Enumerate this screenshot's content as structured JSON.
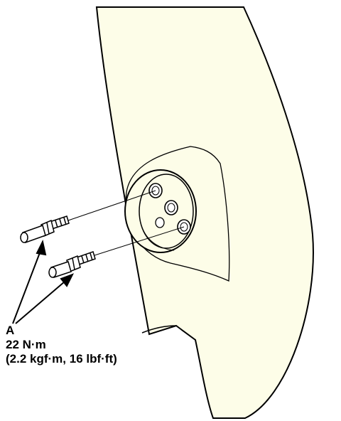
{
  "callout": {
    "letter": "A",
    "torque_nm": "22 N·m",
    "torque_alt": "(2.2 kgf·m, 16 lbf·ft)"
  },
  "colors": {
    "panel_fill": "#fdfde8",
    "ink": "#000000",
    "background": "#ffffff"
  }
}
